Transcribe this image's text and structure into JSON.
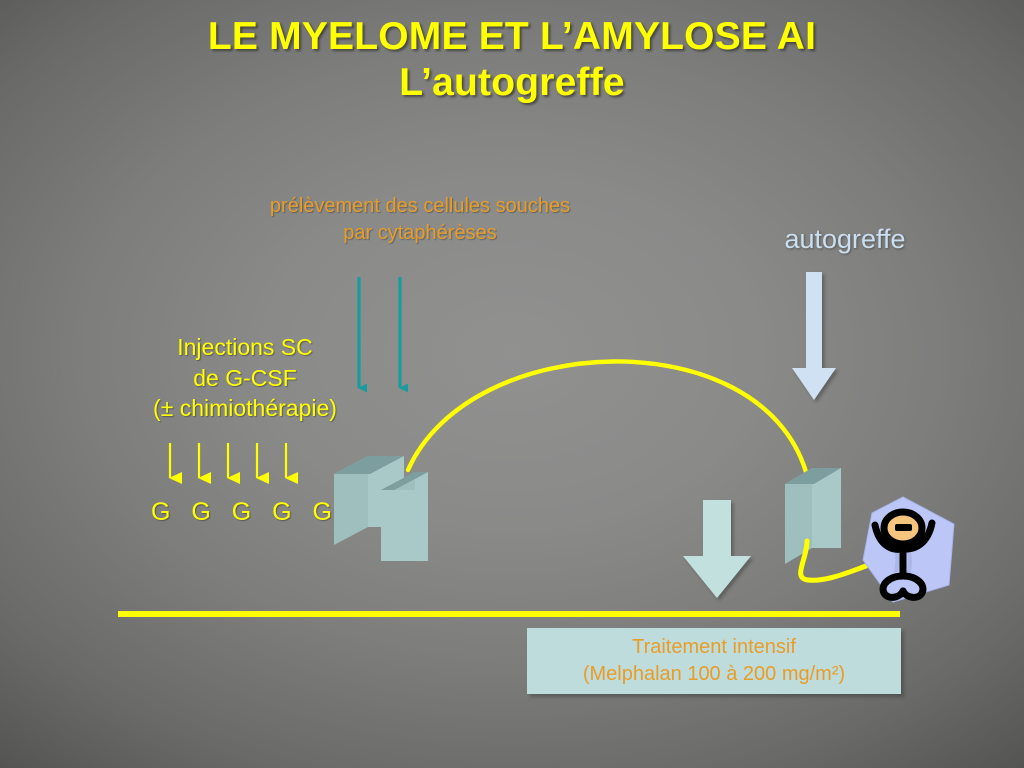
{
  "slide": {
    "title": {
      "line1": "LE MYELOME ET L’AMYLOSE AI",
      "line2": "L’autogreffe"
    },
    "labels": {
      "harvest_line1": "prélèvement des cellules souches",
      "harvest_line2": "par cytaphérèses",
      "autograft": "autogreffe",
      "injections_line1": "Injections SC",
      "injections_line2": "de G-CSF",
      "injections_line3": "(± chimiothérapie)",
      "g_letters": "G G G G G"
    },
    "treatment_box": {
      "line1": "Traitement intensif",
      "line2": "(Melphalan 100 à 200 mg/m²)"
    },
    "colors": {
      "title_yellow": "#ffff00",
      "label_orange": "#e89d28",
      "label_yellow": "#ffff00",
      "autograft_blue": "#ccdff0",
      "teal_arrow": "#1a9b9d",
      "pale_blue_arrow": "#ccdff0",
      "mint_arrow": "#bfe0de",
      "box_fill": "#a9c6c6",
      "box_top": "#8fb0b0",
      "treatment_fill": "#bedcdb",
      "patient_panel": "#bcc6f7",
      "background_center": "#8f8f8e",
      "background_edge": "#474746"
    },
    "graphics": {
      "harvest_arrows_count": 2,
      "gcsf_arrows_count": 5,
      "stem_cell_bags_count": 2,
      "reinfusion_bags_count": 1,
      "timeline_label": "timeline",
      "patient_icon": "patient-person-icon"
    }
  }
}
